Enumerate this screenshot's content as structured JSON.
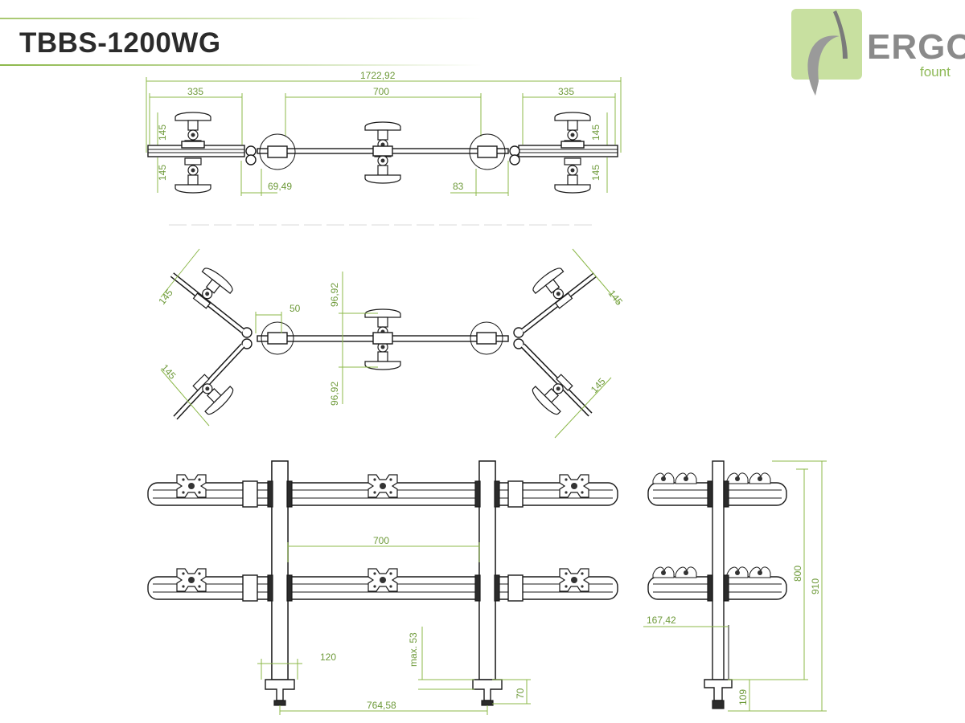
{
  "header": {
    "title": "TBBS-1200WG"
  },
  "logo": {
    "word": "ERGO",
    "sub": "fount",
    "colors": {
      "box": "#c8e0a0",
      "word": "#8a8a8a",
      "sub": "#8fba58"
    }
  },
  "colors": {
    "dimension": "#8cb84a",
    "dimension_text": "#6e9a3a",
    "part": "#1a1a1a"
  },
  "top_view": {
    "overall_width": "1722,92",
    "left_span": "335",
    "center_span": "700",
    "right_span": "335",
    "arm_upper_left": "145",
    "arm_lower_left": "145",
    "arm_upper_right": "145",
    "arm_lower_right": "145",
    "joint_offset": "69,49",
    "clamp_offset": "83"
  },
  "angled_view": {
    "arm_upper_left": "145",
    "arm_lower_left": "145",
    "arm_upper_right": "145",
    "arm_lower_right": "145",
    "offset": "50",
    "center_upper": "96,92",
    "center_lower": "96,92"
  },
  "front_view": {
    "pole_spacing": "700",
    "clamp_width": "120",
    "desk_thickness_max": "max. 53",
    "clamp_height": "70",
    "base_spacing": "764,58"
  },
  "side_view": {
    "depth": "167,42",
    "height_800": "800",
    "height_910": "910",
    "height_109": "109"
  }
}
